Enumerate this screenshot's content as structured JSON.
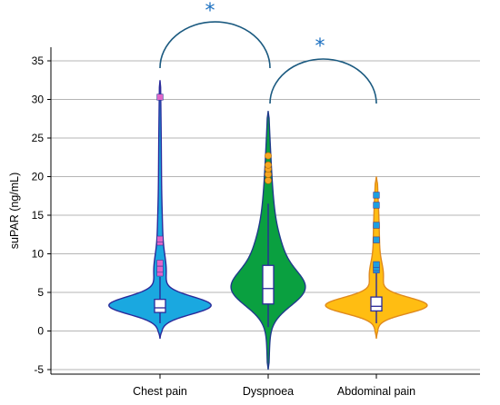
{
  "chart_data": {
    "type": "violin",
    "title": "",
    "xlabel": "",
    "ylabel": "suPAR (ng/mL)",
    "ylim": [
      -6,
      36
    ],
    "yticks": [
      -5,
      0,
      5,
      10,
      15,
      20,
      25,
      30,
      35
    ],
    "ytick_labels": [
      "-5",
      "0",
      "5",
      "10",
      "15",
      "20",
      "25",
      "30",
      "35"
    ],
    "grid": true,
    "legend": "none",
    "categories": [
      "Chest pain",
      "Dyspnoea",
      "Abdominal pain"
    ],
    "groups": [
      {
        "category": "Chest pain",
        "fill": "#1aa8e0",
        "outline": "#2a2a9a",
        "range": [
          -1,
          32.5
        ],
        "box": {
          "q1": 2.4,
          "median": 3.0,
          "q3": 4.1,
          "whisker_low": 1.0,
          "whisker_high": 7.0
        },
        "outliers": [
          7.5,
          8.0,
          8.8,
          11.5,
          11.9,
          30.3
        ],
        "outlier_color": "#e066c8",
        "outlier_shape": "square"
      },
      {
        "category": "Dyspnoea",
        "fill": "#0aa040",
        "outline": "#1f3a8a",
        "range": [
          -5,
          28.5
        ],
        "box": {
          "q1": 3.5,
          "median": 5.5,
          "q3": 8.5,
          "whisker_low": 0.5,
          "whisker_high": 16.5
        },
        "outliers": [
          19.5,
          20.3,
          21.0,
          21.5,
          22.7
        ],
        "outlier_color": "#f5a623",
        "outlier_shape": "circle"
      },
      {
        "category": "Abdominal pain",
        "fill": "#ffbd12",
        "outline": "#e08a1c",
        "range": [
          -1,
          20
        ],
        "box": {
          "q1": 2.6,
          "median": 3.2,
          "q3": 4.4,
          "whisker_low": 1.0,
          "whisker_high": 7.5
        },
        "outliers": [
          7.9,
          8.2,
          8.6,
          11.8,
          13.7,
          16.3,
          17.6
        ],
        "outlier_color": "#1e9fe0",
        "outlier_shape": "square"
      }
    ],
    "significance": [
      {
        "between": [
          "Chest pain",
          "Dyspnoea"
        ],
        "label": "*"
      },
      {
        "between": [
          "Dyspnoea",
          "Abdominal pain"
        ],
        "label": "*"
      }
    ],
    "colors": {
      "grid": "#b5b5b5",
      "arc": "#1b5a80",
      "star": "#1a6fc0",
      "box_outline": "#2a2a9a",
      "whisker": "#2a2a9a"
    }
  }
}
